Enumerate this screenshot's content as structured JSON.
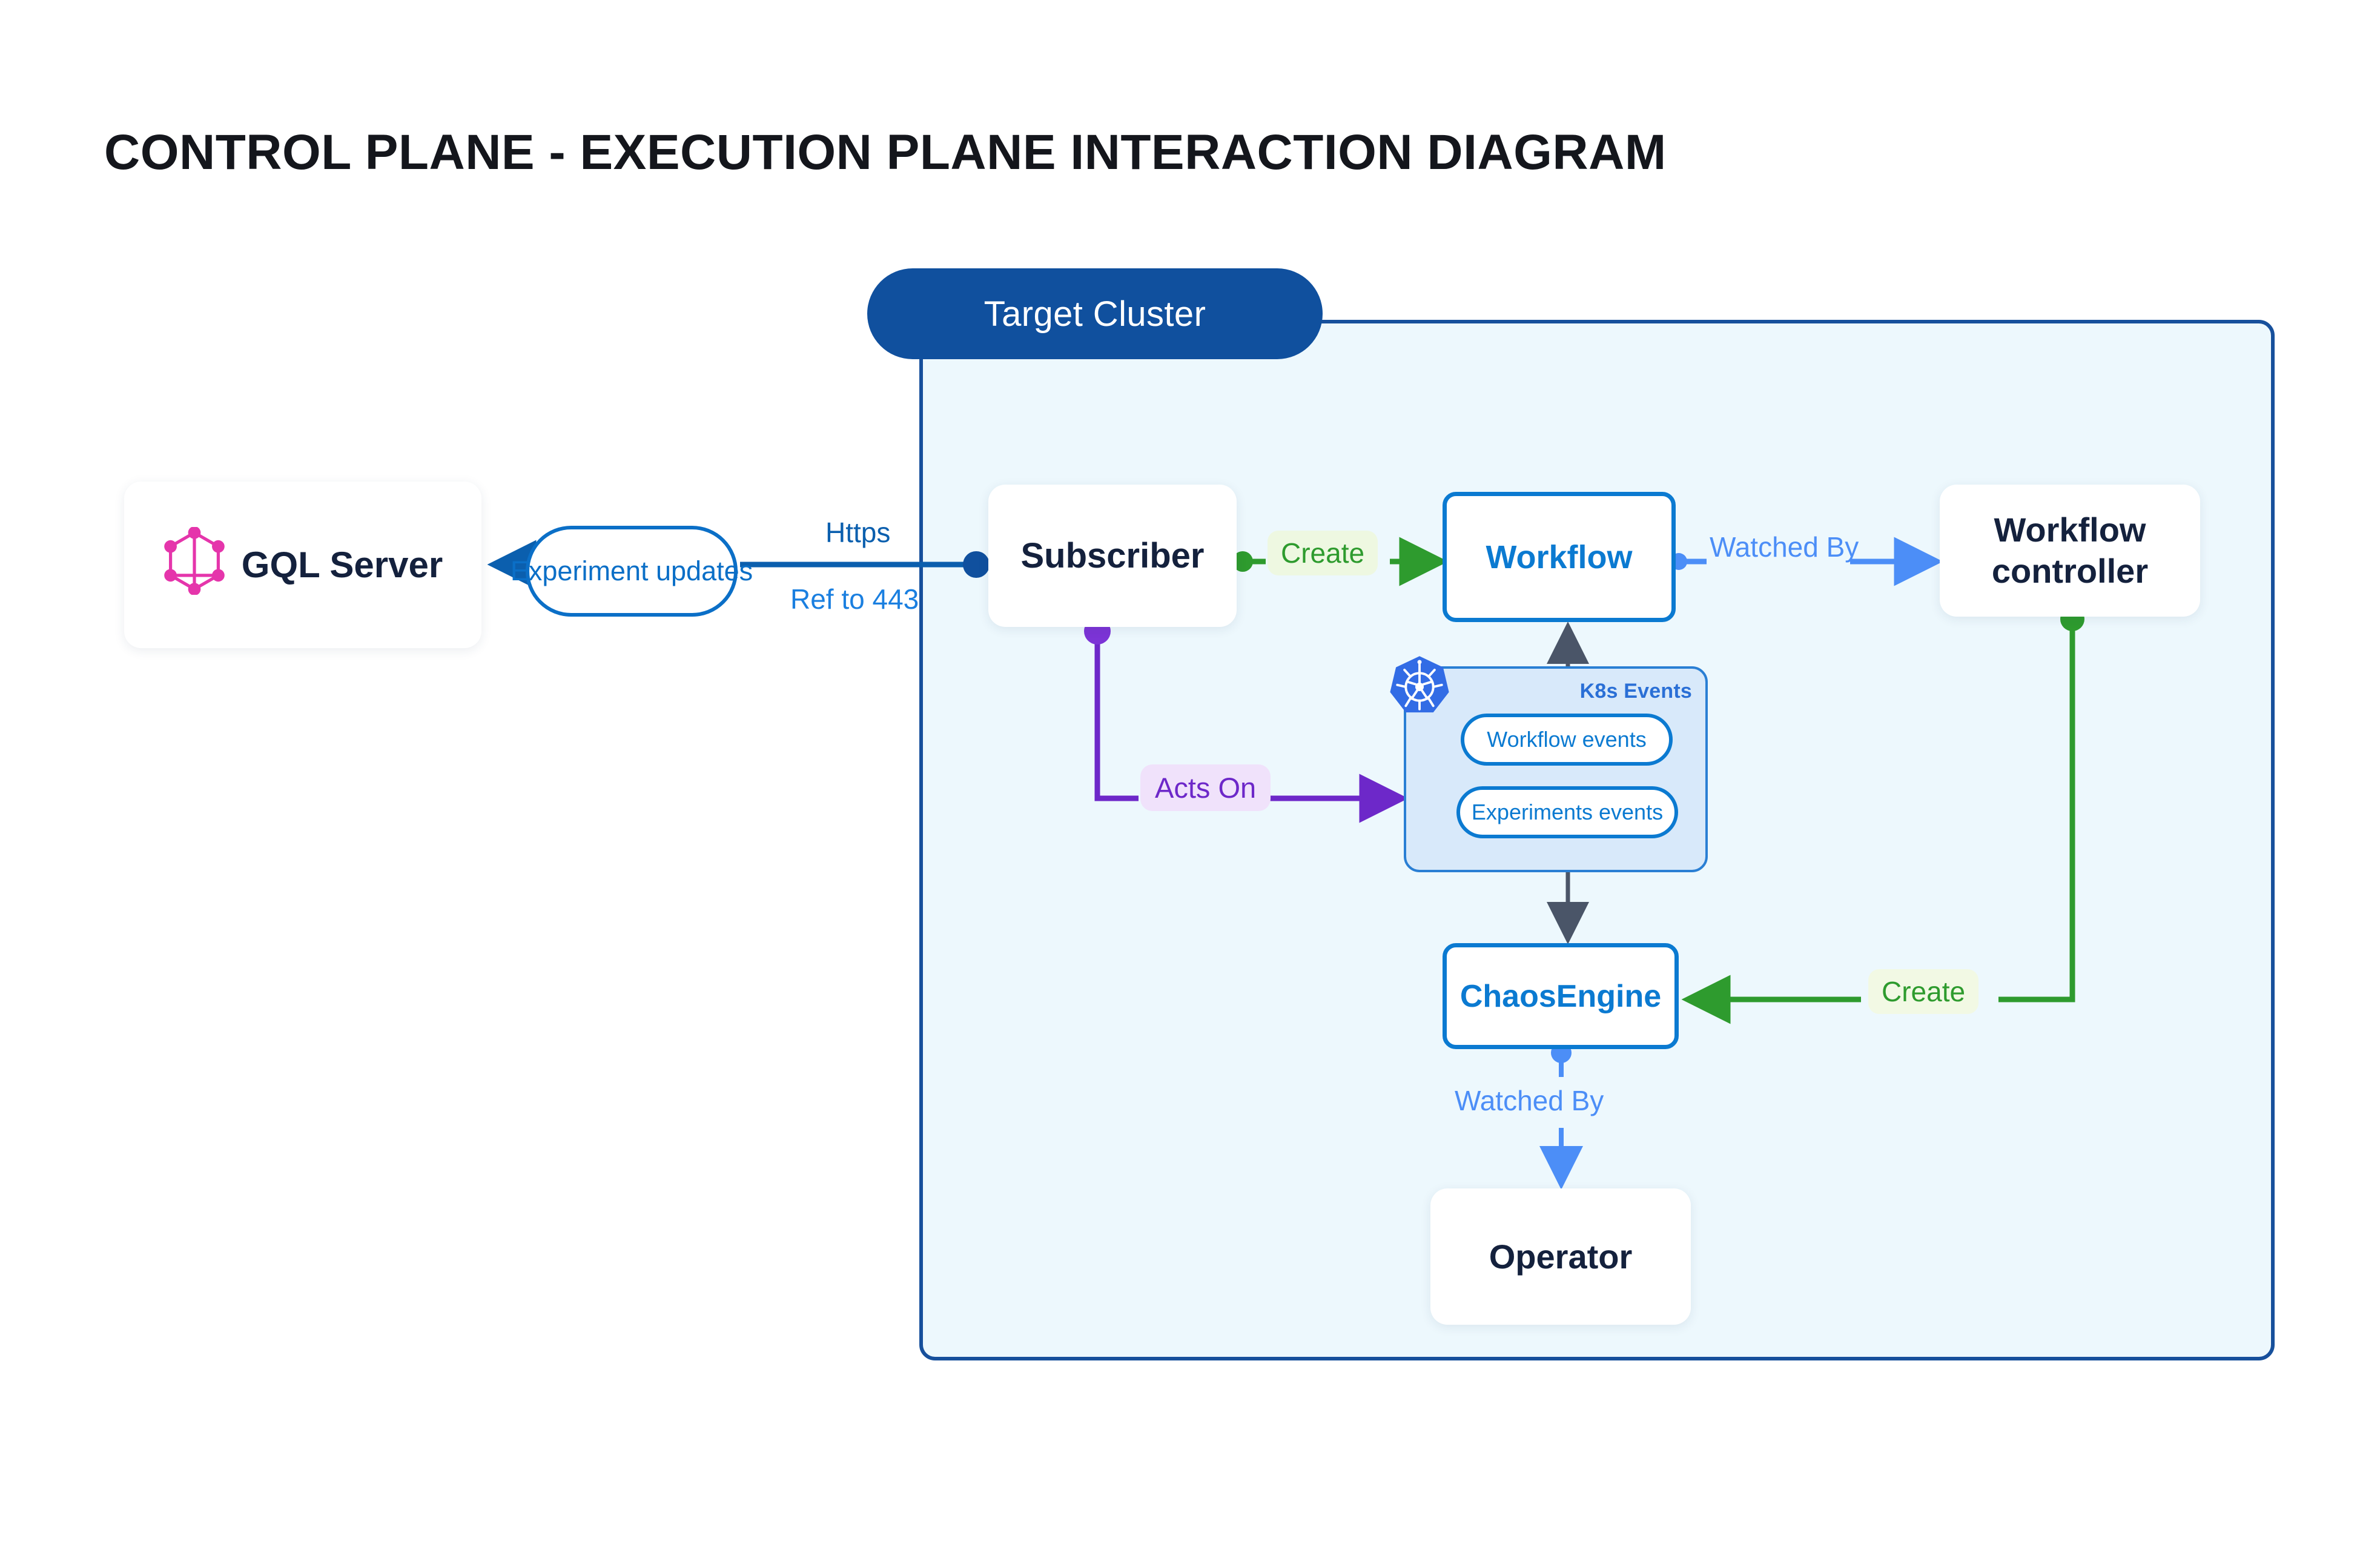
{
  "title": "CONTROL PLANE - EXECUTION PLANE INTERACTION DIAGRAM",
  "cluster": {
    "pill_label": "Target Cluster",
    "border_color": "#17509c",
    "fill_color": "#edf8fd",
    "pill_color": "#10509e"
  },
  "nodes": {
    "gql_server": "GQL Server",
    "subscriber": "Subscriber",
    "workflow": "Workflow",
    "workflow_controller": "Workflow controller",
    "chaos_engine": "ChaosEngine",
    "operator": "Operator"
  },
  "k8s_events": {
    "group_title": "K8s Events",
    "logo_icon": "kubernetes-icon",
    "items": [
      "Workflow events",
      "Experiments events"
    ]
  },
  "edges": [
    {
      "label": "Experiment updates",
      "from": "subscriber",
      "to": "gql_server",
      "color": "#0b6fc7",
      "style": "pill"
    },
    {
      "label": "Https",
      "from": "subscriber",
      "to": "gql_server",
      "color": "#0b5fae",
      "style": "plain"
    },
    {
      "label": "Ref to 443",
      "from": "subscriber",
      "to": "gql_server",
      "color": "#1a7fe0",
      "style": "plain"
    },
    {
      "label": "Create",
      "from": "subscriber",
      "to": "workflow",
      "color": "#2e9b2e",
      "style": "chip"
    },
    {
      "label": "Watched By",
      "from": "workflow",
      "to": "workflow_controller",
      "color": "#4c8ef7",
      "style": "plain"
    },
    {
      "label": "Acts On",
      "from": "subscriber",
      "to": "k8s_events",
      "color": "#6d28c9",
      "style": "chip"
    },
    {
      "label": "Create",
      "from": "workflow_controller",
      "to": "chaos_engine",
      "color": "#2e9b2e",
      "style": "chip"
    },
    {
      "label": "Watched By",
      "from": "chaos_engine",
      "to": "operator",
      "color": "#4c8ef7",
      "style": "plain"
    }
  ],
  "colors": {
    "graphql_pink": "#e535ab",
    "kubernetes_blue": "#326ce5",
    "node_blue": "#0b7ad1",
    "dark_text": "#14213d",
    "green": "#2e9b2e",
    "purple": "#6d28c9",
    "gray_arrow": "#4a5568"
  }
}
